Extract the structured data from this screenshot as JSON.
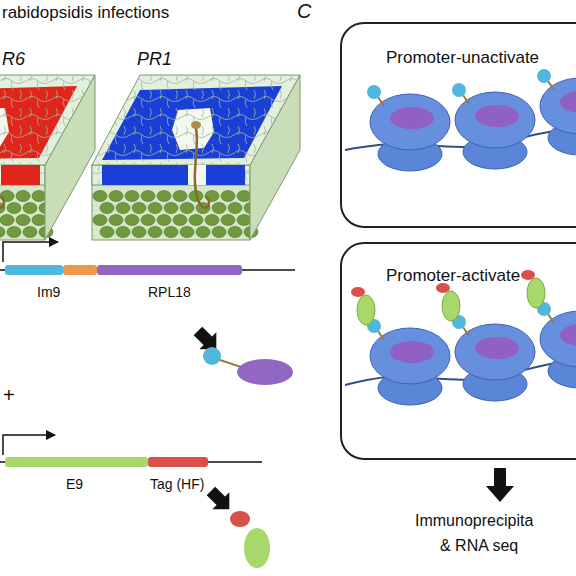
{
  "diagram": {
    "nodes": [
      {
        "text": [
          "Promoter-unactivate"
        ]
      },
      {
        "text": [
          "Promoter-activate"
        ]
      }
    ],
    "labels": [
      "rabidopsidis infections",
      "R6",
      "PR1",
      "C",
      "Im9",
      "RPL18",
      "+",
      "E9",
      "Tag (HF)",
      "Immunoprecipita",
      "& RNA seq"
    ]
  }
}
